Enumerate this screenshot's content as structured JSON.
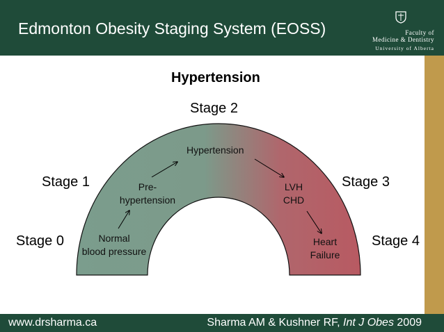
{
  "header": {
    "title": "Edmonton Obesity Staging System (EOSS)",
    "faculty_line1": "Faculty of",
    "faculty_line2": "Medicine & Dentistry",
    "university": "University of Alberta"
  },
  "diagram": {
    "heading": "Hypertension",
    "stages": {
      "stage0": "Stage 0",
      "stage1": "Stage 1",
      "stage2": "Stage 2",
      "stage3": "Stage 3",
      "stage4": "Stage 4"
    },
    "steps": {
      "normal_line1": "Normal",
      "normal_line2": "blood pressure",
      "pre_line1": "Pre-",
      "pre_line2": "hypertension",
      "hypertension": "Hypertension",
      "lvh_line1": "LVH",
      "lvh_line2": "CHD",
      "heart_line1": "Heart",
      "heart_line2": "Failure"
    },
    "colors": {
      "green": "#7b9d8d",
      "red": "#b85a62",
      "header": "#1f4b39",
      "sidebar": "#c09a4c"
    }
  },
  "footer": {
    "website": "www.drsharma.ca",
    "citation_prefix": "Sharma AM & Kushner RF, ",
    "citation_journal": "Int J Obes",
    "citation_year": " 2009"
  }
}
